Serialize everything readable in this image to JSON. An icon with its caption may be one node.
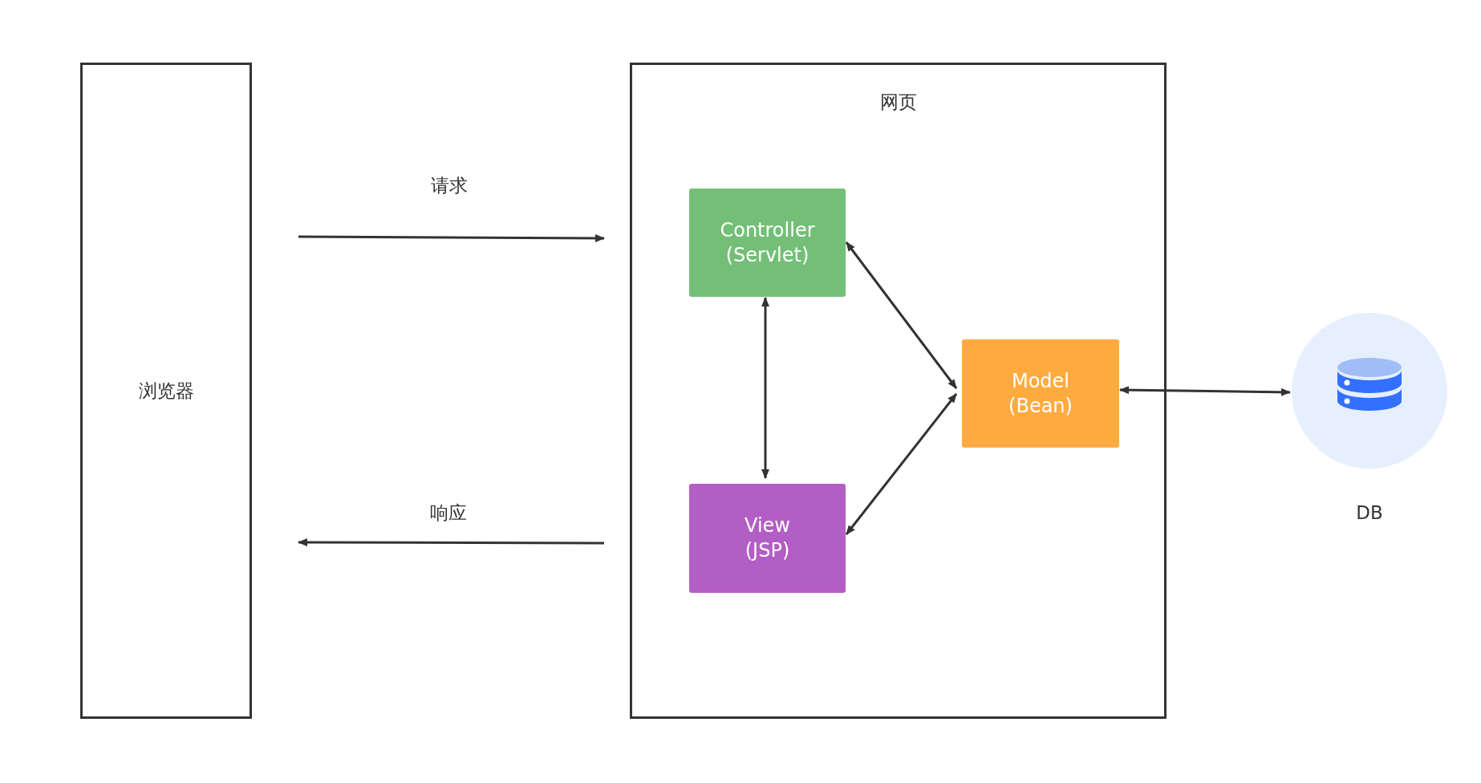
{
  "diagram": {
    "nodes": [
      {
        "text": [
          "浏览器"
        ]
      },
      {
        "text": [
          "网页"
        ]
      },
      {
        "text": [
          "Controller (Servlet)"
        ],
        "in": 1
      },
      {
        "text": [
          "View (JSP)"
        ],
        "in": 1
      },
      {
        "text": [
          "Model (Bean)"
        ],
        "in": 1
      },
      {
        "text": [],
        "shape": "circle",
        "beside": [
          "DB"
        ]
      }
    ],
    "edges": [
      {
        "from": 0,
        "to": 1,
        "arrow": "to",
        "label": "请求"
      },
      {
        "from": 1,
        "to": 0,
        "arrow": "to",
        "label": "响应"
      },
      {
        "from": 2,
        "to": 3,
        "arrow": "both"
      },
      {
        "from": 2,
        "to": 4,
        "arrow": "both"
      },
      {
        "from": 3,
        "to": 4,
        "arrow": "both"
      },
      {
        "from": 4,
        "to": 5,
        "arrow": "both"
      }
    ]
  }
}
